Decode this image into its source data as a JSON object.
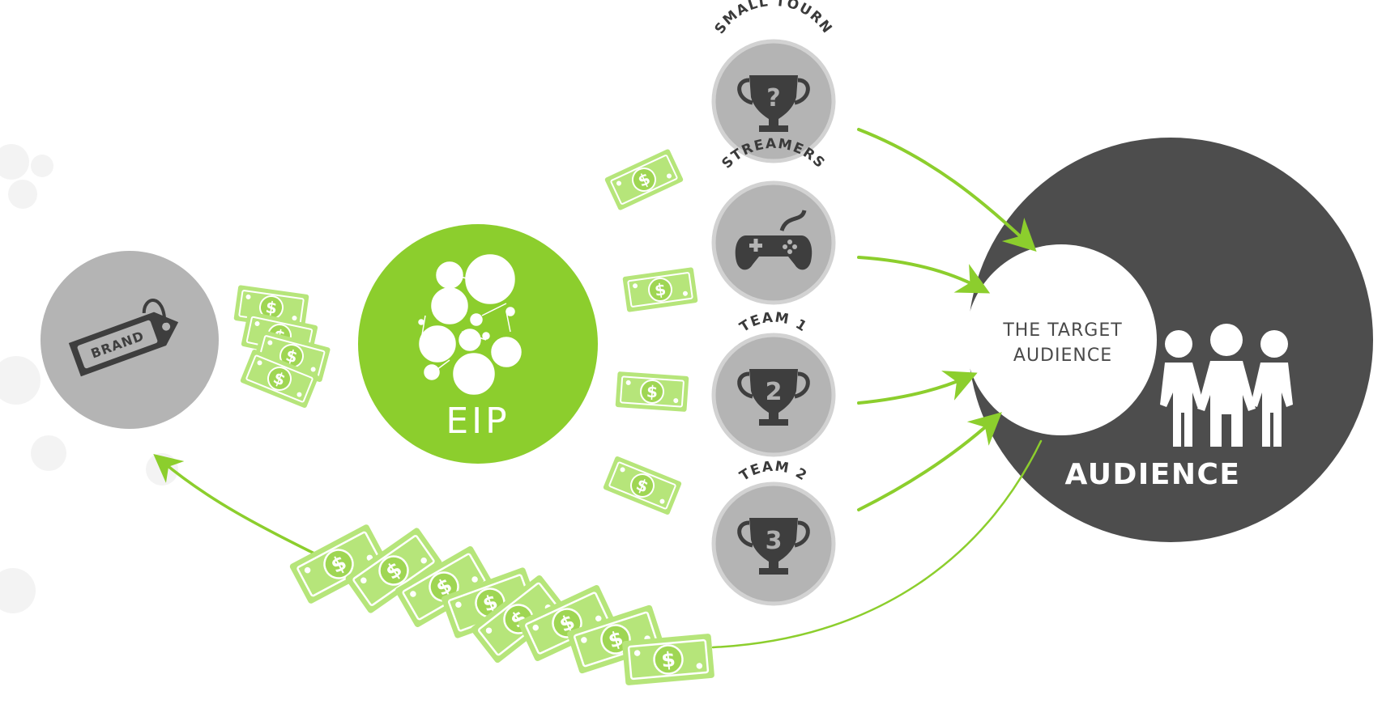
{
  "nodes": {
    "brand": {
      "label": "BRAND"
    },
    "eip": {
      "label": "EIP"
    },
    "channels": [
      {
        "id": "small-tourn",
        "label": "SMALL TOURN",
        "icon": "trophy-question-icon",
        "badge": "?"
      },
      {
        "id": "streamers",
        "label": "STREAMERS",
        "icon": "gamepad-icon",
        "badge": ""
      },
      {
        "id": "team-1",
        "label": "TEAM 1",
        "icon": "trophy-2-icon",
        "badge": "2"
      },
      {
        "id": "team-2",
        "label": "TEAM 2",
        "icon": "trophy-3-icon",
        "badge": "3"
      }
    ],
    "target": {
      "line1": "THE TARGET",
      "line2": "AUDIENCE"
    },
    "audience": {
      "label": "AUDIENCE"
    }
  },
  "bill_symbol": "$",
  "colors": {
    "green": "#8cce2d",
    "bill_green": "#b6e57a",
    "bill_border": "#d6f2ab",
    "grey_node": "#b4b4b4",
    "dark_grey": "#4d4d4d",
    "icon_dark": "#3e3e3e"
  }
}
